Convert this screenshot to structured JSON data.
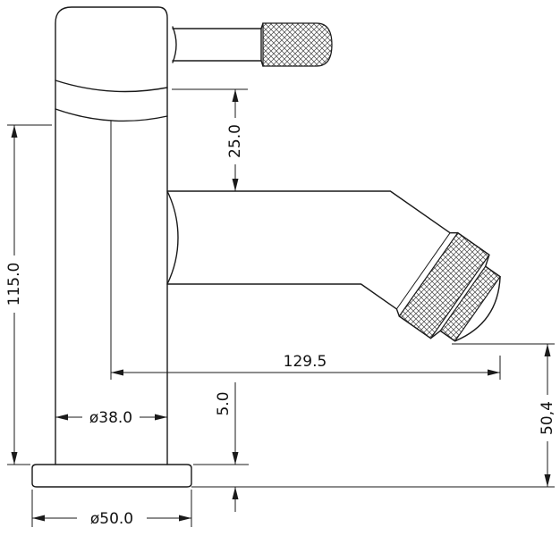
{
  "drawing": {
    "colors": {
      "line": "#1a1a1a",
      "background": "#ffffff"
    },
    "dimensions": {
      "handle_clearance": "25.0",
      "total_height": "115.0",
      "spout_reach": "129.5",
      "base_plate_thickness": "5.0",
      "outlet_height": "50,4",
      "body_diameter": "ø38.0",
      "base_diameter": "ø50.0"
    }
  }
}
